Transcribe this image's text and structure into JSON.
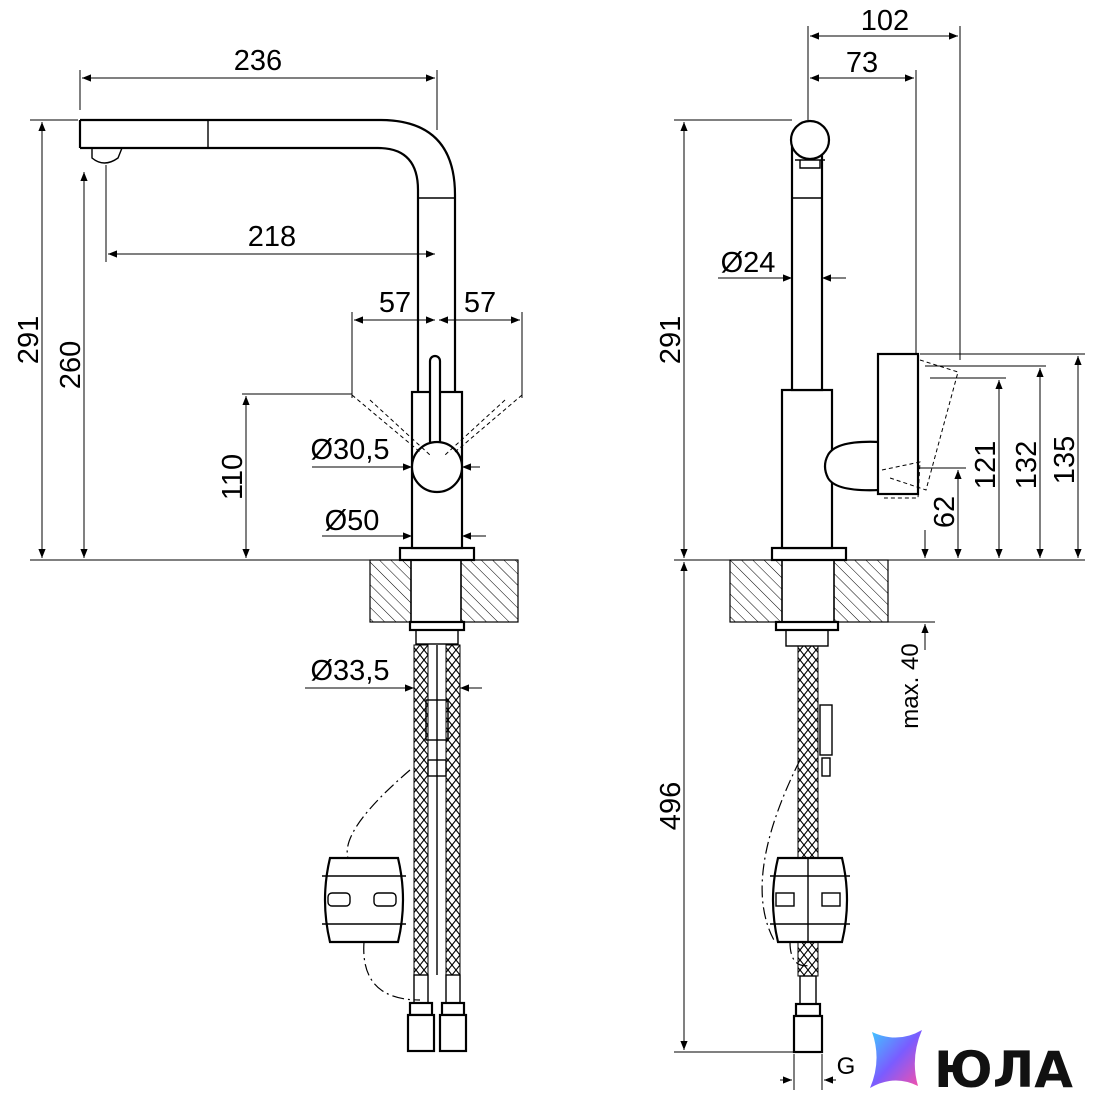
{
  "labels": {
    "left": {
      "width_total": "236",
      "spout_reach": "218",
      "lever_left": "57",
      "lever_right": "57",
      "height_total": "291",
      "spout_height": "260",
      "lever_height": "110",
      "lever_diameter": "Ø30,5",
      "base_diameter": "Ø50",
      "shank_diameter": "Ø33,5"
    },
    "right": {
      "depth_total": "102",
      "depth_lever": "73",
      "spout_diameter": "Ø24",
      "height_total": "291",
      "h121": "121",
      "h132": "132",
      "h135": "135",
      "h62": "62",
      "max_counter": "max. 40",
      "hose_length": "496",
      "thread": "G"
    }
  },
  "logo": {
    "text": "ЮЛА",
    "colors": [
      "#3ecbff",
      "#7a5cff",
      "#ff4fa3"
    ]
  }
}
